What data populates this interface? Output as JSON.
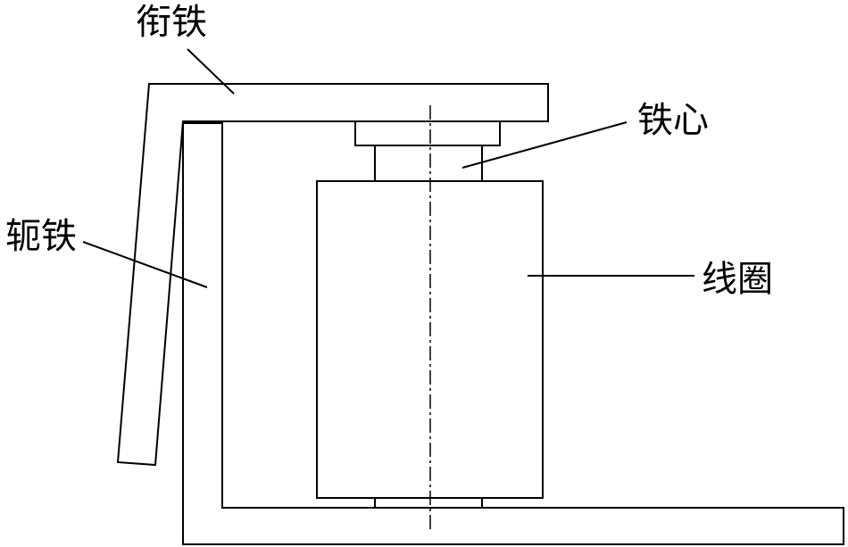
{
  "labels": {
    "armature": "衔铁",
    "iron_core": "铁心",
    "yoke": "轭铁",
    "coil": "线圈"
  },
  "colors": {
    "stroke": "#000000",
    "background": "#ffffff"
  }
}
